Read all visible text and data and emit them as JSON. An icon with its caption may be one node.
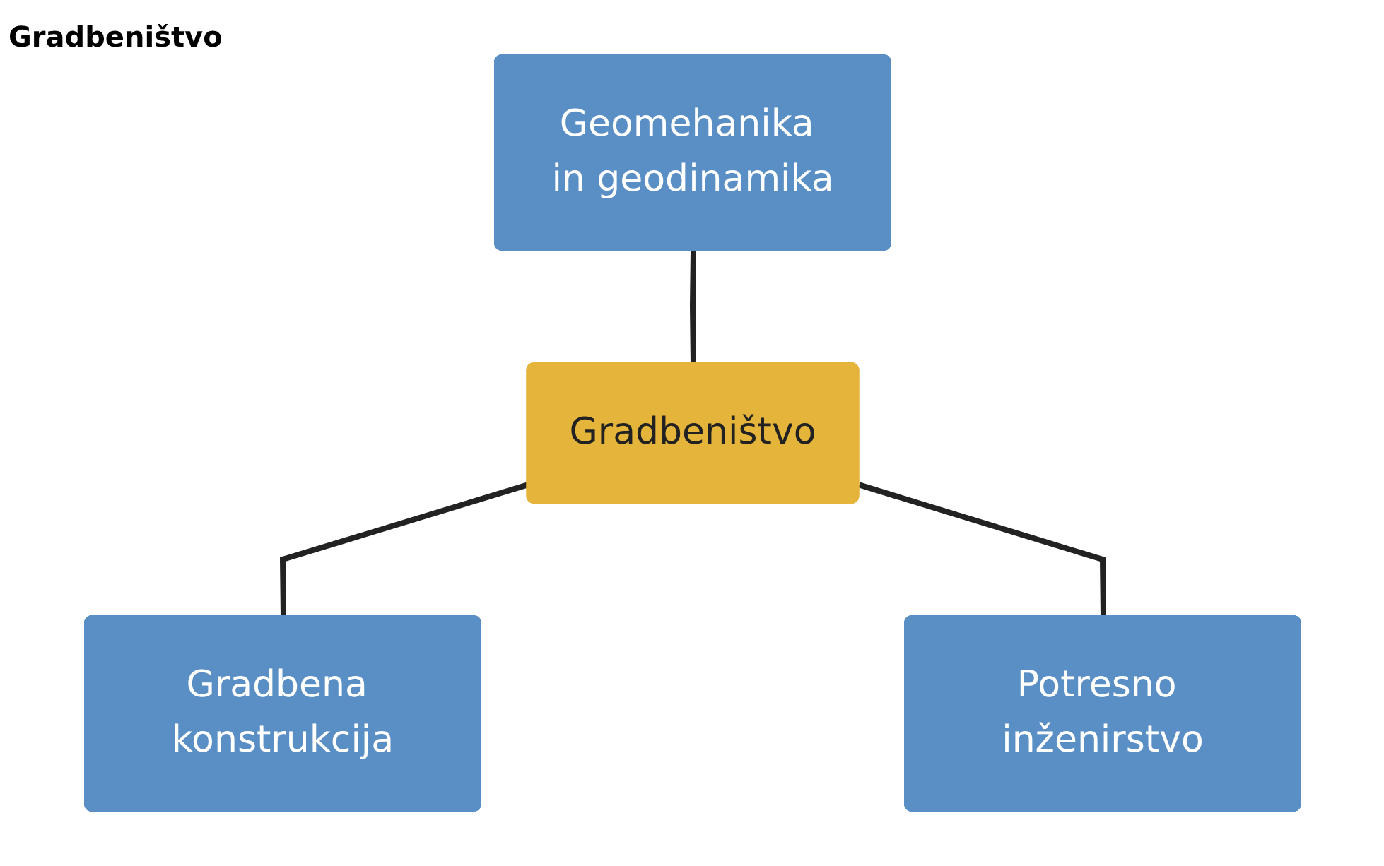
{
  "diagram": {
    "title": "Gradbeništvo",
    "nodes": [
      {
        "text": [
          "Geomehanika in geodinamika"
        ]
      },
      {
        "text": [
          "Gradbeništvo"
        ]
      },
      {
        "text": [
          "Gradbena konstrukcija"
        ]
      },
      {
        "text": [
          "Potresno inženirstvo"
        ]
      }
    ],
    "edges": [
      {
        "from": 0,
        "to": 1,
        "arrow": "none"
      },
      {
        "from": 1,
        "to": 2,
        "arrow": "none"
      },
      {
        "from": 1,
        "to": 3,
        "arrow": "none"
      }
    ]
  }
}
